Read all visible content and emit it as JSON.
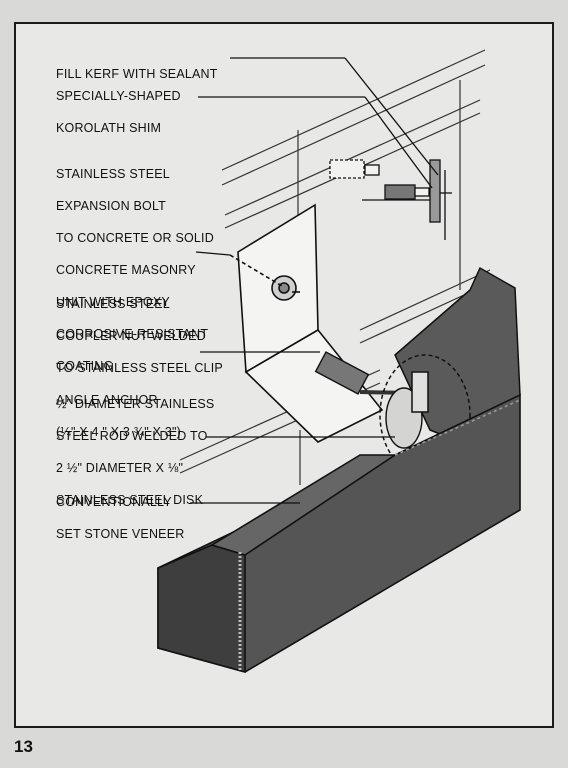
{
  "callouts": [
    {
      "id": "fill-kerf",
      "lines": [
        "FILL KERF WITH SEALANT"
      ]
    },
    {
      "id": "korolath-shim",
      "lines": [
        "SPECIALLY-SHAPED",
        "KOROLATH SHIM"
      ]
    },
    {
      "id": "expansion-bolt",
      "lines": [
        "STAINLESS STEEL",
        "EXPANSION BOLT",
        "TO CONCRETE OR SOLID",
        "CONCRETE MASONRY",
        "UNIT WITH EPOXY",
        "CORROSIVE-RESISTANT",
        "COATING"
      ]
    },
    {
      "id": "coupler-nut",
      "lines": [
        "STAINLESS STEEL",
        "COUPLER NUT WELDED",
        "TO STAINLESS STEEL CLIP",
        "ANGLE ANCHOR",
        "(¼\" x 4 \" x 3 ¾\" x 3\")"
      ]
    },
    {
      "id": "steel-rod",
      "lines": [
        "½\" DIAMETER STAINLESS",
        "STEEL ROD WELDED TO",
        "2 ½\" DIAMETER x ⅛\"",
        "STAINLESS STEEL DISK"
      ]
    },
    {
      "id": "stone-veneer",
      "lines": [
        "CONVENTIONALLY",
        "SET STONE VENEER"
      ]
    }
  ],
  "page_number": "13",
  "colors": {
    "ink": "#111111",
    "stone": "#555555",
    "stone_dark": "#3e3e3e",
    "paper": "#e8e8e6"
  }
}
